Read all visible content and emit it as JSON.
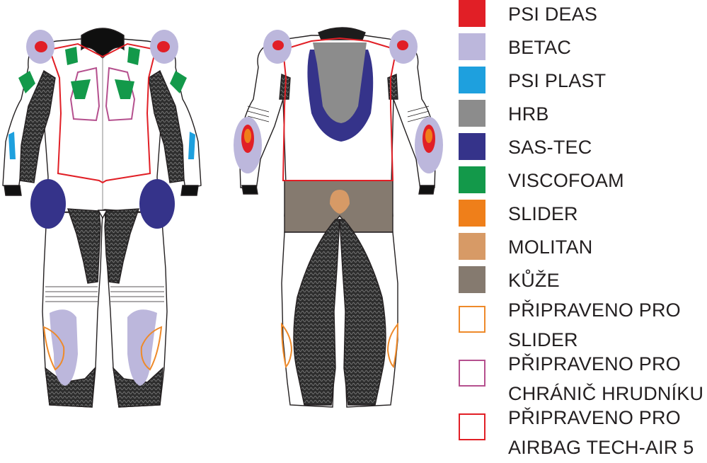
{
  "colors": {
    "outline": "#231f20",
    "leather_white": "#ffffff",
    "mesh": "#3a3a3a",
    "airbag_line": "#e11f26",
    "chest_line": "#b5508e",
    "slider_line": "#ee8a2a"
  },
  "legend": [
    {
      "label": "PSI DEAS",
      "color": "#e11f26",
      "style": "fill"
    },
    {
      "label": "BETAC",
      "color": "#bcb7dc",
      "style": "fill"
    },
    {
      "label": "PSI PLAST",
      "color": "#1ea0de",
      "style": "fill"
    },
    {
      "label": "HRB",
      "color": "#8c8c8c",
      "style": "fill"
    },
    {
      "label": "SAS-TEC",
      "color": "#35338a",
      "style": "fill"
    },
    {
      "label": "VISCOFOAM",
      "color": "#13994a",
      "style": "fill"
    },
    {
      "label": "SLIDER",
      "color": "#ef7f1a",
      "style": "fill"
    },
    {
      "label": "MOLITAN",
      "color": "#d79a66",
      "style": "fill"
    },
    {
      "label": "KŮŽE",
      "color": "#857a6f",
      "style": "fill"
    },
    {
      "label": "PŘIPRAVENO PRO",
      "label2": "SLIDER",
      "color": "#ee8a2a",
      "style": "outline"
    },
    {
      "label": "PŘIPRAVENO PRO",
      "label2": "CHRÁNIČ HRUDNÍKU",
      "color": "#b5508e",
      "style": "outline"
    },
    {
      "label": "PŘIPRAVENO PRO",
      "label2": "AIRBAG TECH-AIR 5",
      "color": "#e11f26",
      "style": "outline"
    }
  ]
}
